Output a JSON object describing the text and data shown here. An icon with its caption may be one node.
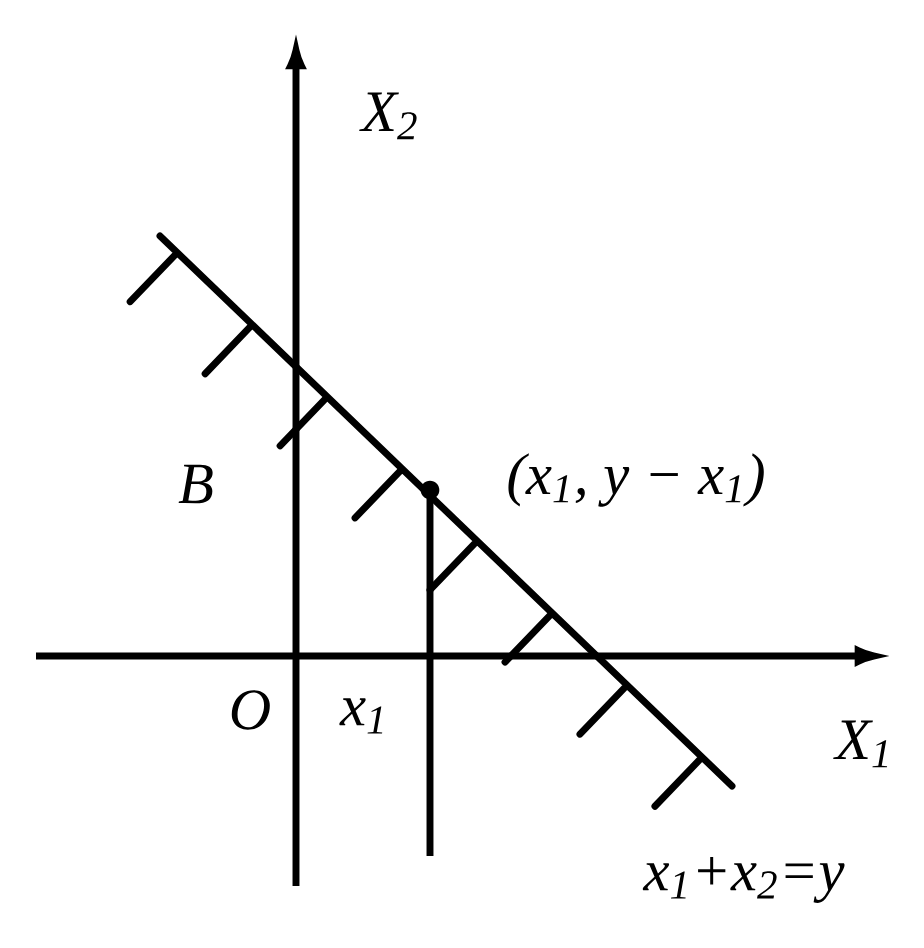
{
  "diagram": {
    "labels": [
      "X$_{2}$",
      "B",
      "(x$_{1}$, y − x$_{1}$)",
      "O",
      "x$_{1}$",
      "X$_{1}$",
      "x$_{1}$+x$_{2}$=y"
    ]
  }
}
